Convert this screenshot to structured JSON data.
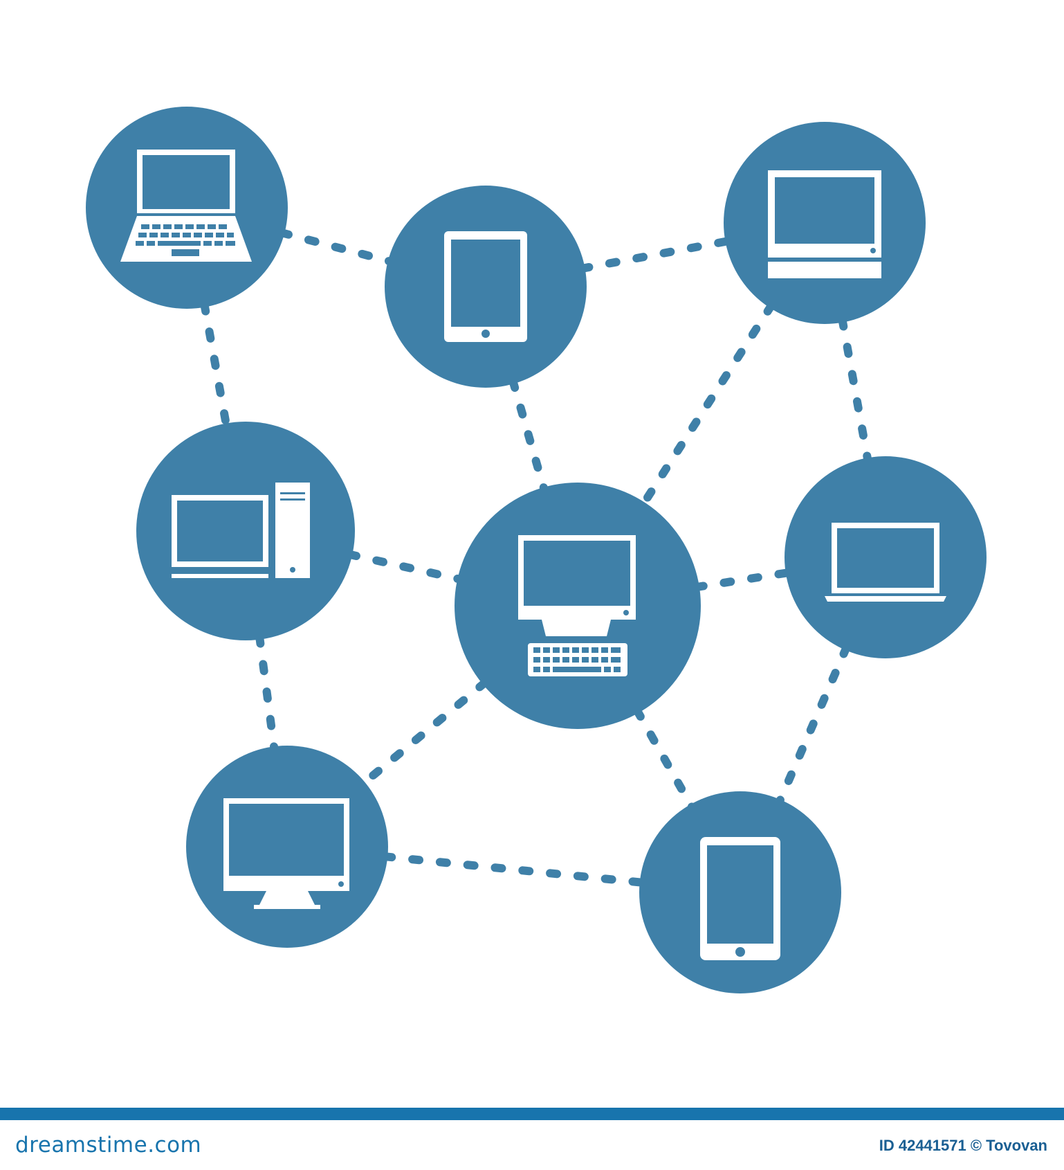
{
  "colors": {
    "node": "#3f80a8",
    "icon": "#ffffff",
    "screen": "#3f80a8",
    "footer": "#1874ad",
    "link": "#3f80a8"
  },
  "nodes": [
    {
      "id": "laptop-a",
      "icon": "laptop-icon"
    },
    {
      "id": "tablet-a",
      "icon": "tablet-icon"
    },
    {
      "id": "all-in-one",
      "icon": "all-in-one-computer-icon"
    },
    {
      "id": "desktop-tower",
      "icon": "desktop-tower-icon"
    },
    {
      "id": "desktop-keyboard",
      "icon": "desktop-keyboard-icon"
    },
    {
      "id": "laptop-b",
      "icon": "laptop-icon"
    },
    {
      "id": "monitor",
      "icon": "monitor-icon"
    },
    {
      "id": "phone",
      "icon": "smartphone-icon"
    }
  ],
  "links": [
    [
      "laptop-a",
      "tablet-a"
    ],
    [
      "laptop-a",
      "desktop-tower"
    ],
    [
      "tablet-a",
      "all-in-one"
    ],
    [
      "tablet-a",
      "desktop-keyboard"
    ],
    [
      "all-in-one",
      "desktop-keyboard"
    ],
    [
      "all-in-one",
      "laptop-b"
    ],
    [
      "desktop-tower",
      "desktop-keyboard"
    ],
    [
      "desktop-tower",
      "monitor"
    ],
    [
      "desktop-keyboard",
      "laptop-b"
    ],
    [
      "desktop-keyboard",
      "monitor"
    ],
    [
      "desktop-keyboard",
      "phone"
    ],
    [
      "laptop-b",
      "phone"
    ],
    [
      "monitor",
      "phone"
    ]
  ],
  "footer": {
    "logo": "dreamstime.com",
    "id_text": "ID 42441571 © Tovovan"
  }
}
